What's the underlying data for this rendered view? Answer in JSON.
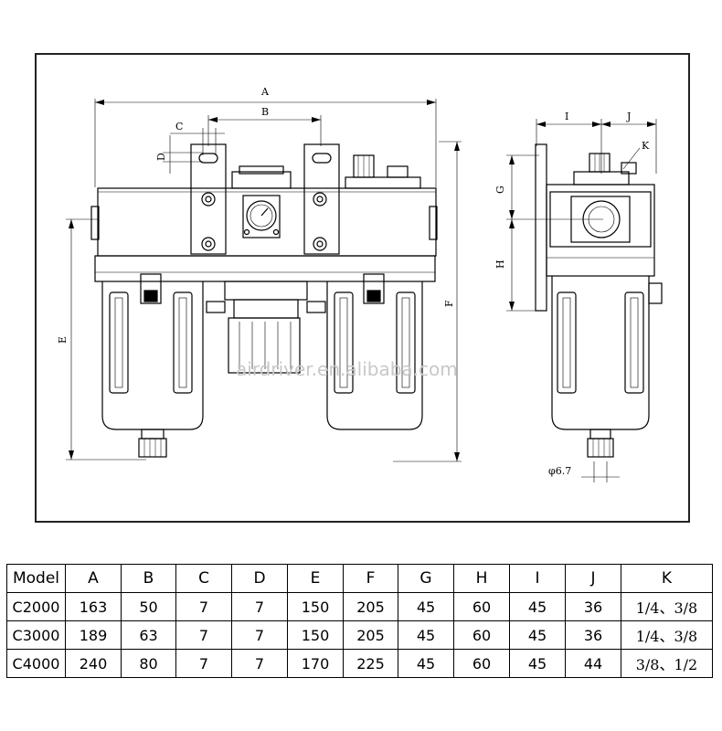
{
  "drawing": {
    "dimension_labels": {
      "A": "A",
      "B": "B",
      "C": "C",
      "D": "D",
      "E": "E",
      "F": "F",
      "G": "G",
      "H": "H",
      "I": "I",
      "J": "J",
      "K": "K",
      "phi": "φ6.7"
    },
    "watermark": "airdriver.en.alibaba.com"
  },
  "table": {
    "headers": [
      "Model",
      "A",
      "B",
      "C",
      "D",
      "E",
      "F",
      "G",
      "H",
      "I",
      "J",
      "K"
    ],
    "rows": [
      [
        "C2000",
        "163",
        "50",
        "7",
        "7",
        "150",
        "205",
        "45",
        "60",
        "45",
        "36",
        "1/4、3/8"
      ],
      [
        "C3000",
        "189",
        "63",
        "7",
        "7",
        "150",
        "205",
        "45",
        "60",
        "45",
        "36",
        "1/4、3/8"
      ],
      [
        "C4000",
        "240",
        "80",
        "7",
        "7",
        "170",
        "225",
        "45",
        "60",
        "45",
        "44",
        "3/8、1/2"
      ]
    ]
  }
}
